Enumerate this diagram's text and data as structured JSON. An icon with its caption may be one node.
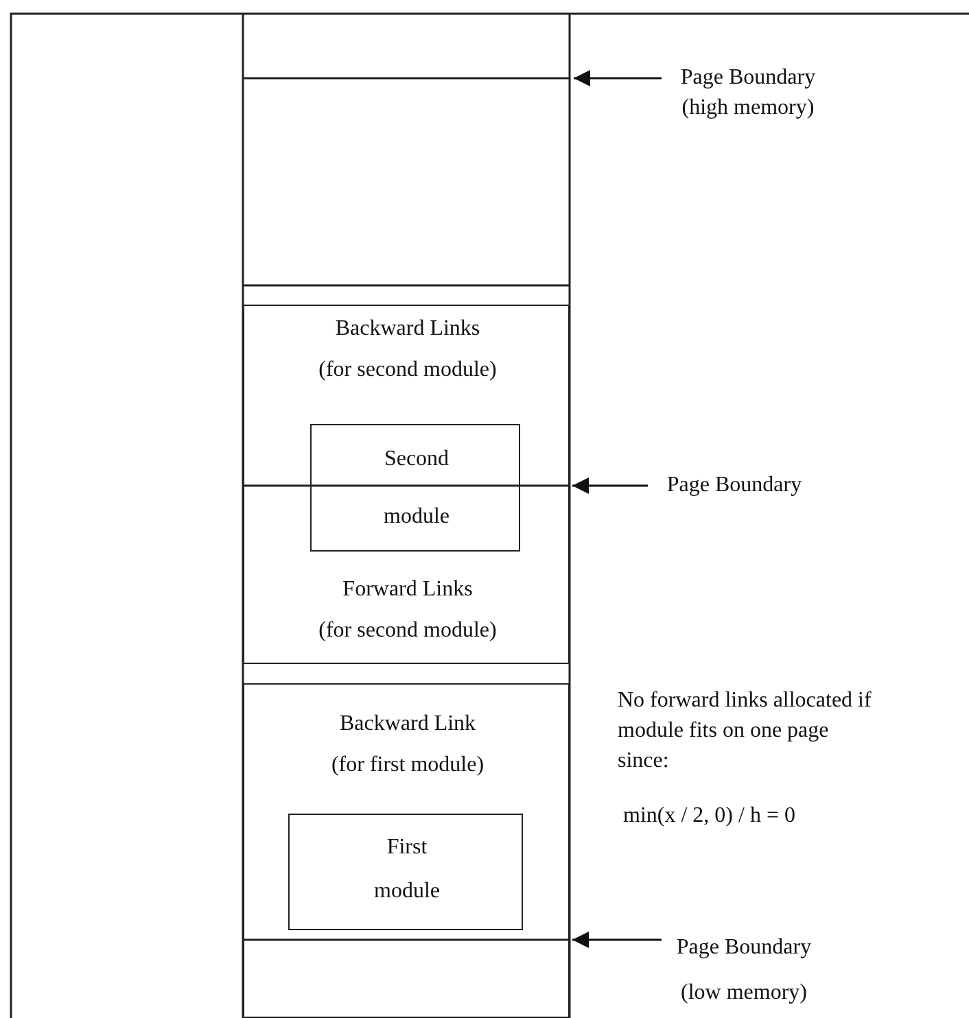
{
  "diagram": {
    "nodes": [
      {
        "text": [
          "Page Boundary (high memory)"
        ]
      },
      {
        "text": [
          "Backward Links (for second module)",
          "Forward Links (for second module)"
        ]
      },
      {
        "text": [
          "Second module"
        ],
        "in": 1
      },
      {
        "text": [
          "Page Boundary"
        ]
      },
      {
        "text": [
          "Backward Link (for first module)"
        ]
      },
      {
        "text": [
          "First module"
        ],
        "in": 4
      },
      {
        "text": [
          "Page Boundary (low memory)"
        ]
      }
    ],
    "edges": [
      {
        "from": 0,
        "to": null,
        "arrow": "to"
      },
      {
        "from": 3,
        "to": 1,
        "arrow": "to"
      },
      {
        "from": 6,
        "to": 4,
        "arrow": "to"
      }
    ],
    "labels": [
      "No forward links allocated if module fits on one page since:",
      "min(x / 2, 0) / h = 0"
    ]
  }
}
